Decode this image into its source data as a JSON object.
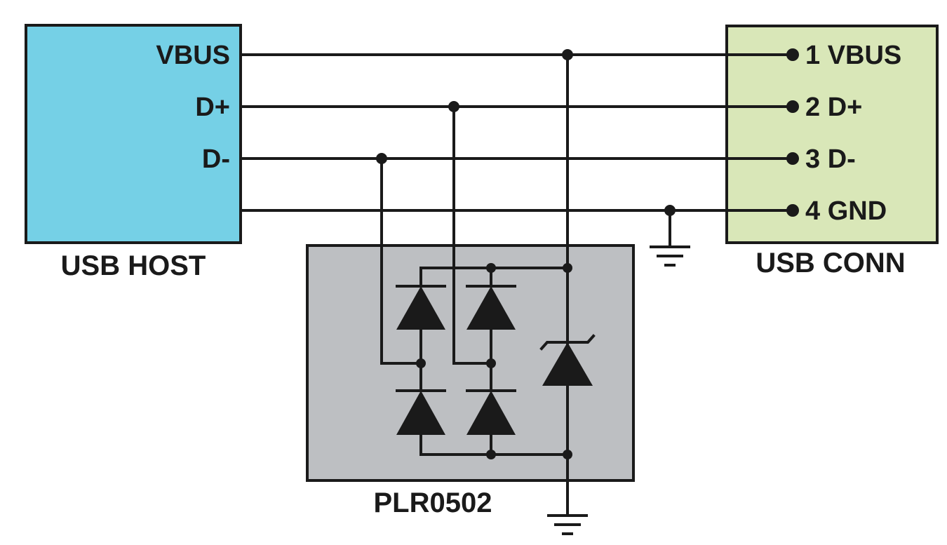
{
  "host": {
    "title": "USB HOST",
    "pins": [
      "VBUS",
      "D+",
      "D-"
    ],
    "color": "#75d0e6"
  },
  "connector": {
    "title": "USB CONN",
    "pins": [
      "1 VBUS",
      "2 D+",
      "3 D-",
      "4 GND"
    ],
    "color": "#d9e7b8"
  },
  "device": {
    "title": "PLR0502",
    "color": "#bdbfc2"
  }
}
